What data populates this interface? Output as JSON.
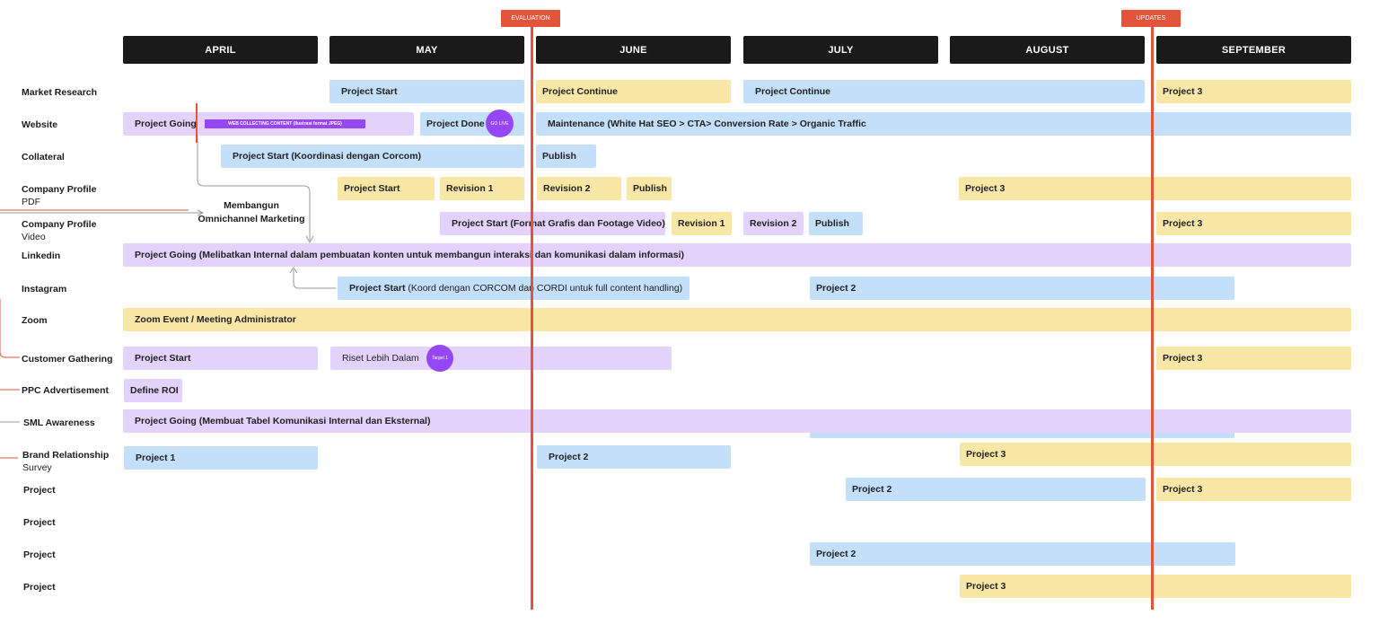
{
  "months": [
    "APRIL",
    "MAY",
    "JUNE",
    "JULY",
    "AUGUST",
    "SEPTEMBER"
  ],
  "markers": {
    "evaluation": "EVALUATION",
    "updates": "UPDATES"
  },
  "rows": [
    {
      "label": "Market Research"
    },
    {
      "label": "Website"
    },
    {
      "label": "Collateral"
    },
    {
      "label": "Company Profile",
      "sub": "PDF"
    },
    {
      "label": "Company Profile",
      "sub": "Video"
    },
    {
      "label": "Linkedin"
    },
    {
      "label": "Instagram"
    },
    {
      "label": "Zoom"
    },
    {
      "label": "Customer Gathering"
    },
    {
      "label": "PPC Advertisement"
    },
    {
      "label": "SML Awareness"
    },
    {
      "label": "Brand Relationship",
      "sub": "Survey"
    },
    {
      "label": "Project"
    },
    {
      "label": "Project"
    },
    {
      "label": "Project"
    },
    {
      "label": "Project"
    }
  ],
  "bars": {
    "market_research": [
      "Project Start",
      "Project Continue",
      "Project Continue",
      "Project 3"
    ],
    "website": [
      "Project Going",
      "Project Done",
      "Maintenance (White Hat SEO > CTA> Conversion Rate > Organic Traffic"
    ],
    "collateral": [
      "Project Start (Koordinasi dengan Corcom)",
      "Publish"
    ],
    "cp_pdf": [
      "Project Start",
      "Revision 1",
      "Revision 2",
      "Publish",
      "Project 3"
    ],
    "cp_video": [
      "Project Start (Format Grafis dan Footage Video)",
      "Revision  1",
      "Revision 2",
      "Publish",
      "Project 3"
    ],
    "linkedin": [
      "Project Going (Melibatkan Internal dalam pembuatan konten untuk membangun interaksi dan komunikasi dalam informasi)"
    ],
    "instagram_bold": "Project Start",
    "instagram_rest": " (Koord dengan CORCOM dan CORDI untuk full content handling)",
    "instagram_2": "Project 2",
    "zoom": [
      "Zoom Event / Meeting Administrator"
    ],
    "customer_gathering": [
      "Project Start",
      "Riset Lebih Dalam",
      "Project 3"
    ],
    "ppc": [
      "Define ROI"
    ],
    "sml": [
      "Project Going (Membuat Tabel Komunikasi Internal dan Eksternal)"
    ],
    "brand": [
      "Project 1",
      "Project 2",
      "Project 3"
    ],
    "project_a": [
      "Project 2",
      "Project 3"
    ],
    "project_c": [
      "Project 2"
    ],
    "project_d": [
      "Project 3"
    ]
  },
  "tags": {
    "web_collecting": "WEB COLLECTING CONTENT (Ilustrasi format JPEG)",
    "go_live": "GO LIVE",
    "target": "Target 1"
  },
  "note": {
    "line1": "Membangun",
    "line2": "Omnichannel Marketing"
  },
  "colors": {
    "blue": "#c3dffa",
    "yellow": "#f9e7a7",
    "purple": "#e3d2fb",
    "accent": "#e2553a",
    "dot": "#9547f5"
  }
}
